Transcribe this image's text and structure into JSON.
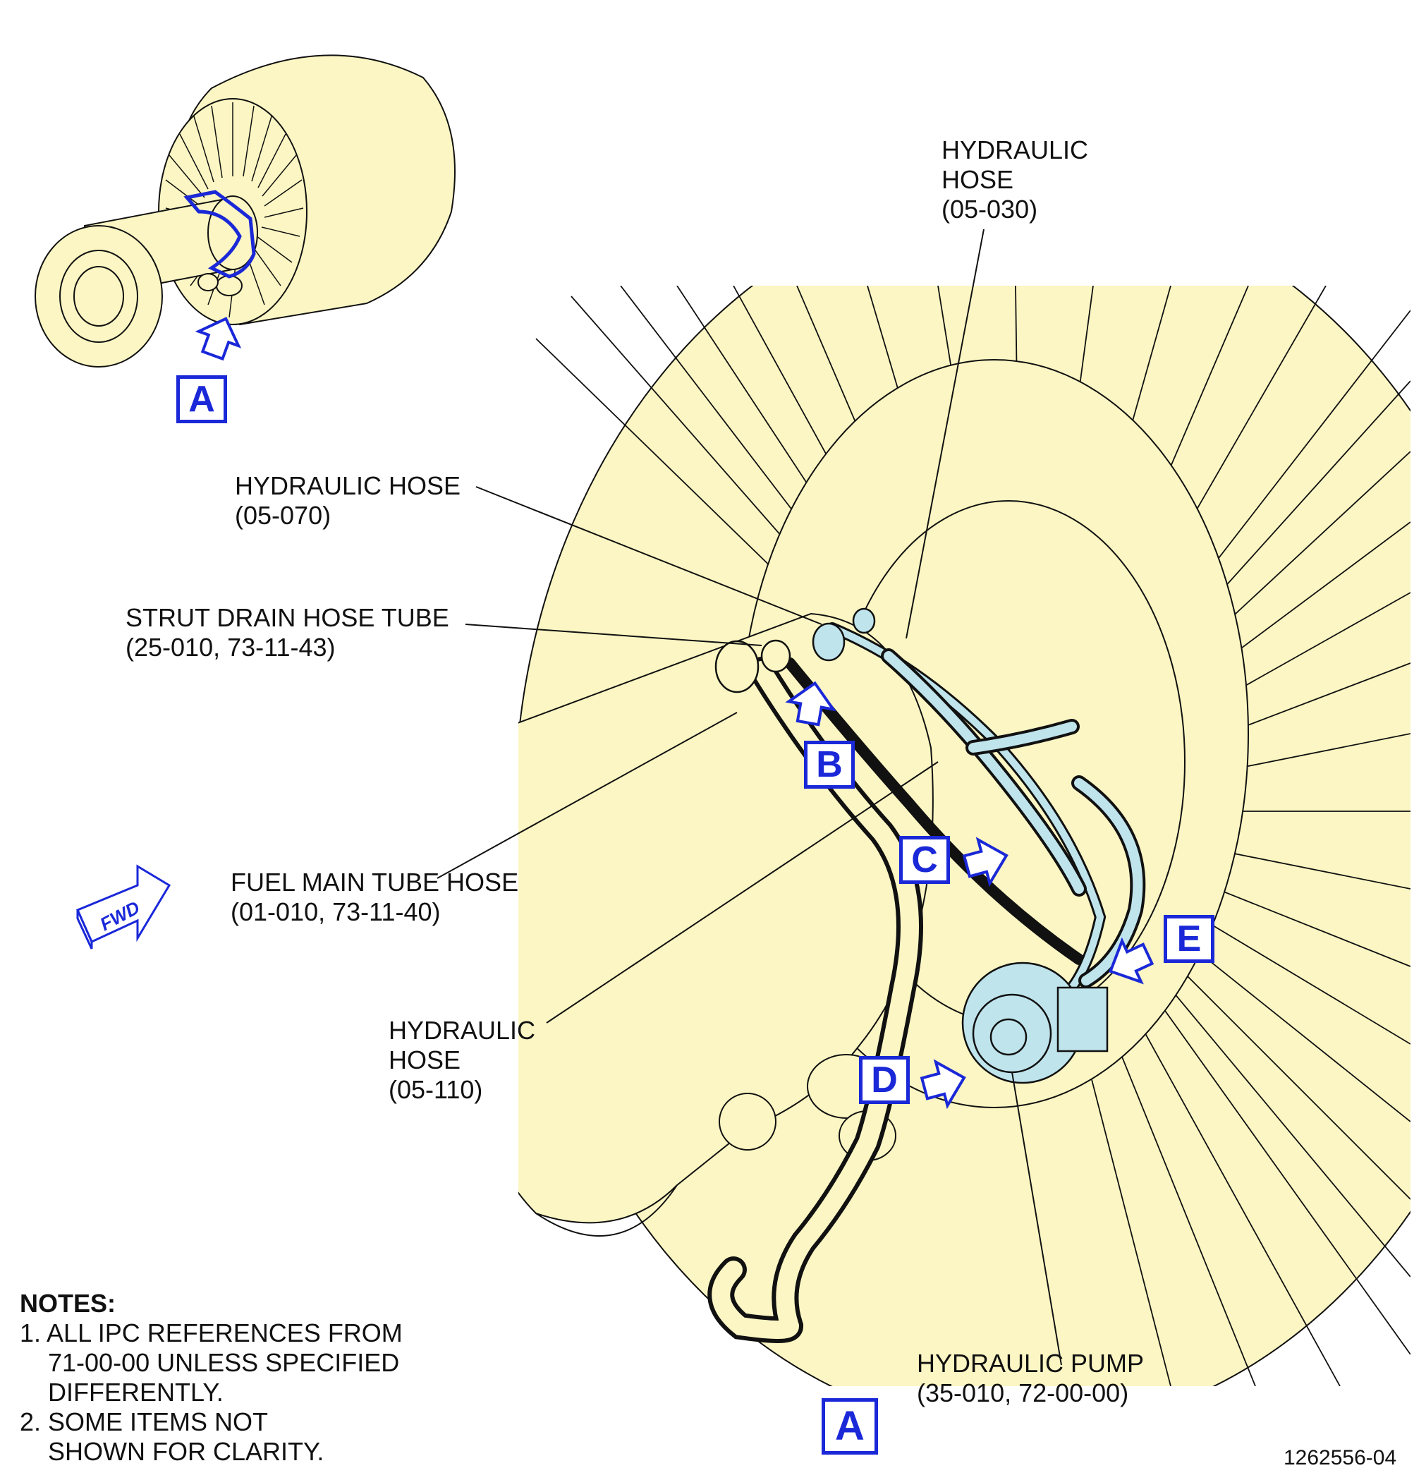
{
  "labels": {
    "hyd_hose_030": [
      "HYDRAULIC",
      "HOSE",
      "(05-030)"
    ],
    "hyd_hose_070": [
      "HYDRAULIC HOSE",
      "(05-070)"
    ],
    "strut_drain": [
      "STRUT DRAIN HOSE TUBE",
      "(25-010, 73-11-43)"
    ],
    "fuel_main": [
      "FUEL MAIN TUBE HOSE",
      "(01-010, 73-11-40)"
    ],
    "hyd_hose_110": [
      "HYDRAULIC",
      "HOSE",
      "(05-110)"
    ],
    "hyd_pump": [
      "HYDRAULIC PUMP",
      "(35-010, 72-00-00)"
    ]
  },
  "callouts": {
    "a_small": "A",
    "b": "B",
    "c": "C",
    "d": "D",
    "e": "E",
    "a_main": "A"
  },
  "fwd": "FWD",
  "notes": {
    "title": "NOTES:",
    "lines": [
      "1. ALL IPC REFERENCES FROM",
      "    71-00-00 UNLESS SPECIFIED",
      "    DIFFERENTLY.",
      "2. SOME ITEMS NOT",
      "    SHOWN FOR CLARITY."
    ]
  },
  "figure_number": "1262556-04",
  "colors": {
    "engine_fill": "#fbf6c3",
    "outline": "#111111",
    "callout_blue": "#1a28d8",
    "hose_blue": "#bfe4ec"
  }
}
